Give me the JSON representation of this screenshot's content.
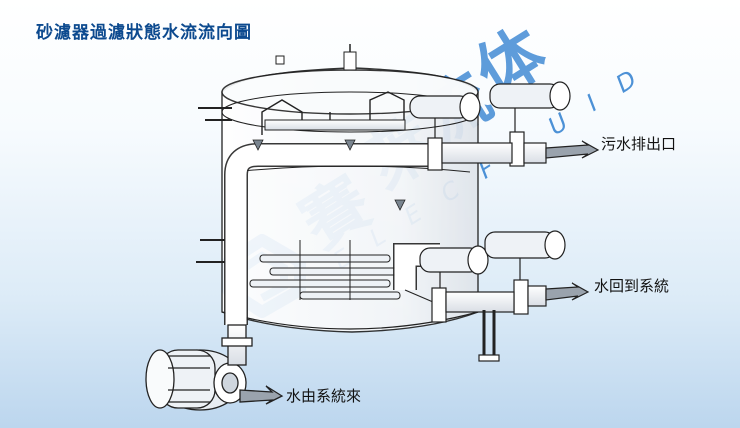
{
  "title": "砂濾器過濾狀態水流流向圖",
  "labels": {
    "drain_outlet": "污水排出口",
    "water_return": "水回到系統",
    "water_inlet": "水由系統來"
  },
  "colors": {
    "title": "#0d4a8f",
    "line": "#222222",
    "watermark": "#2f7fd0",
    "background_bottom": "#bcd6ee"
  }
}
